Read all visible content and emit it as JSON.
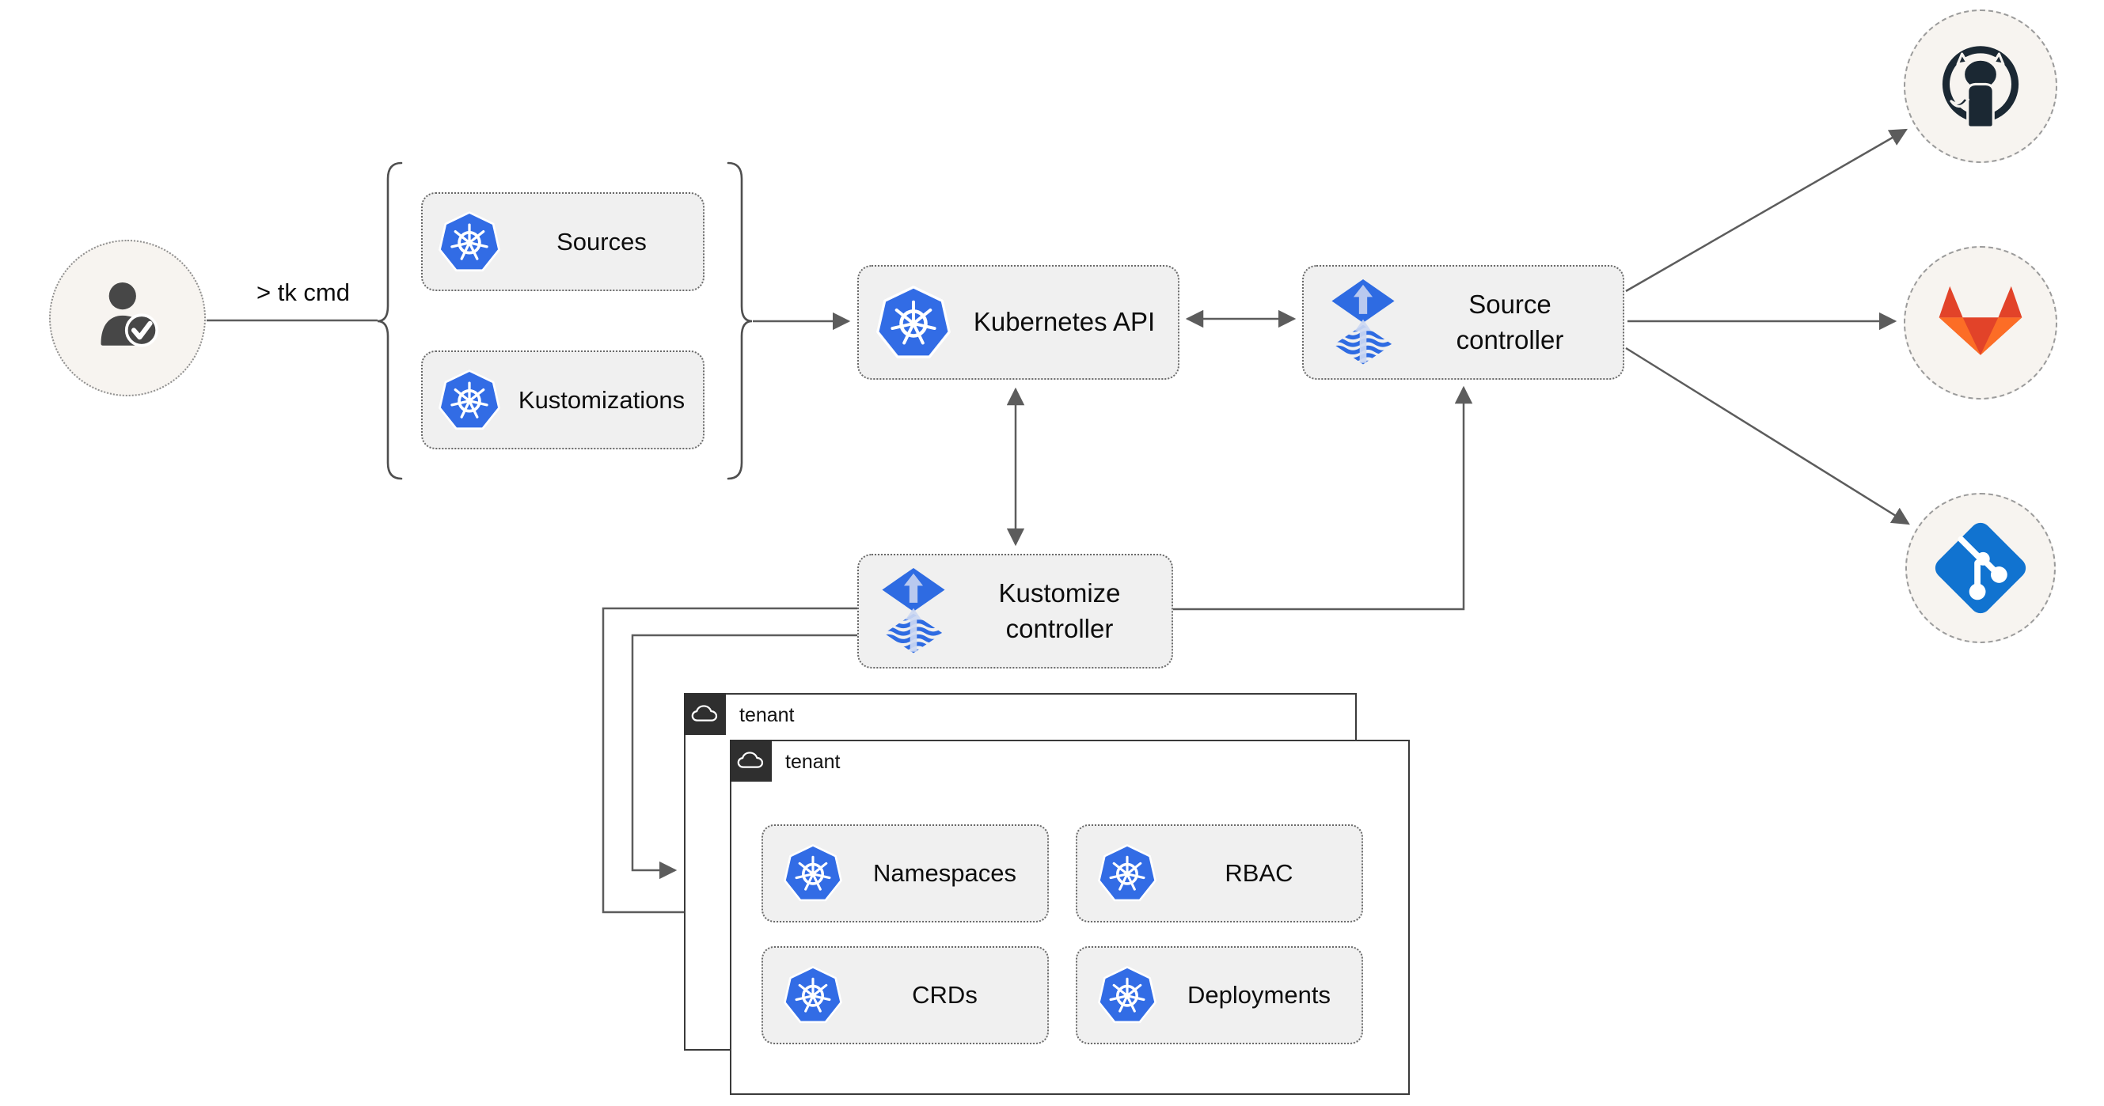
{
  "user": {
    "command": "> tk cmd"
  },
  "bundle": {
    "sources_label": "Sources",
    "kustomizations_label": "Kustomizations"
  },
  "nodes": {
    "kubernetes_api_label": "Kubernetes API",
    "source_controller_label": "Source controller",
    "kustomize_controller_label": "Kustomize controller"
  },
  "tenants": {
    "back_label": "tenant",
    "front_label": "tenant"
  },
  "resources": {
    "namespaces_label": "Namespaces",
    "rbac_label": "RBAC",
    "crds_label": "CRDs",
    "deployments_label": "Deployments"
  },
  "icons": {
    "user": "user-check-icon",
    "kubernetes": "kubernetes-icon",
    "flux": "flux-icon",
    "cloud": "cloud-icon",
    "github": "github-icon",
    "gitlab": "gitlab-icon",
    "git": "git-icon"
  },
  "colors": {
    "kubernetes_blue": "#326ce5",
    "flux_blue": "#2e6be2",
    "flux_light_arrow": "#b9c9ef",
    "git_blue": "#1173d0",
    "gitlab_red": "#e24329",
    "gitlab_orange": "#fc6d26",
    "github_dark": "#1b2833",
    "connector_gray": "#5c5c5c",
    "node_fill": "#f0f0f0",
    "circle_fill": "#f7f4f0",
    "tenant_header_dark": "#2f2f2f"
  }
}
